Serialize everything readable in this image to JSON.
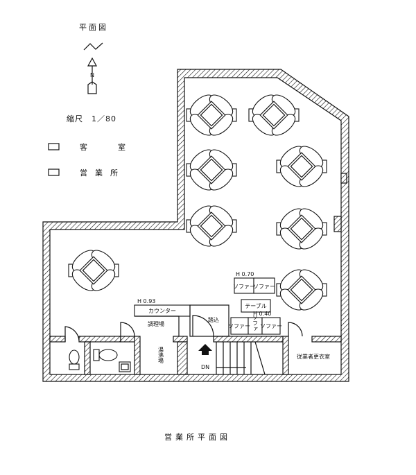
{
  "title": "平面図",
  "north_label": "N",
  "scale": "縮尺　1／80",
  "legend": [
    {
      "label": "客　　　　室"
    },
    {
      "label": "営　業　所"
    }
  ],
  "rooms": {
    "counter": "カウンター",
    "counter_height": "H 0.93",
    "kitchen": "調理場",
    "washroom": "湯沸場",
    "entrance": "踏込",
    "stairs": "DN",
    "locker_room": "従業者更衣室",
    "sofa": "ソファー",
    "sofa_vertical": "ソファ",
    "sofa_height": "H 0.70",
    "table": "テーブル",
    "table_height": "H 0.40"
  },
  "caption": "営業所平面図"
}
